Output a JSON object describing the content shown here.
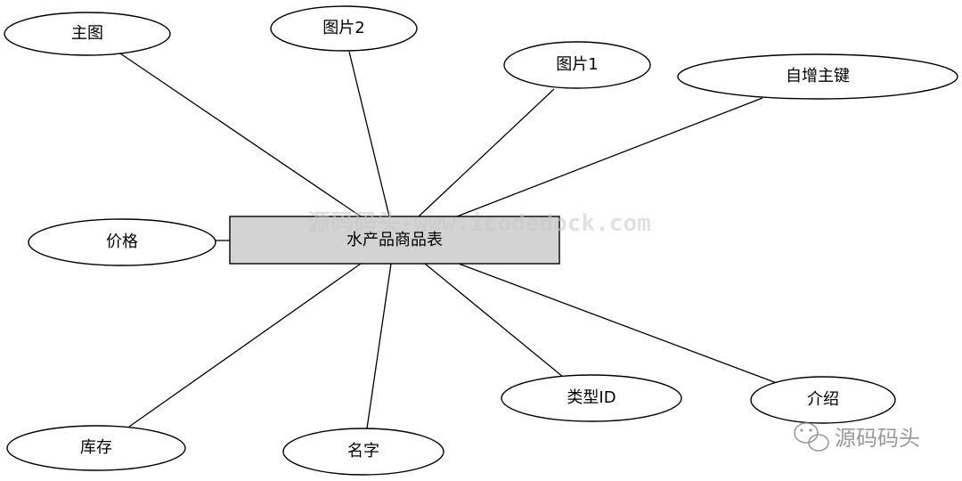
{
  "entity": {
    "label": "水产品商品表"
  },
  "attributes": [
    {
      "id": "main-image",
      "label": "主图"
    },
    {
      "id": "image2",
      "label": "图片2"
    },
    {
      "id": "image1",
      "label": "图片1"
    },
    {
      "id": "auto-id",
      "label": "自增主键"
    },
    {
      "id": "price",
      "label": "价格"
    },
    {
      "id": "stock",
      "label": "库存"
    },
    {
      "id": "name",
      "label": "名字"
    },
    {
      "id": "type-id",
      "label": "类型ID"
    },
    {
      "id": "intro",
      "label": "介绍"
    }
  ],
  "watermark": {
    "text": "源码码头-www.icodedock.com"
  },
  "brand": {
    "text": "源码码头",
    "icon": "wechat-icon"
  }
}
